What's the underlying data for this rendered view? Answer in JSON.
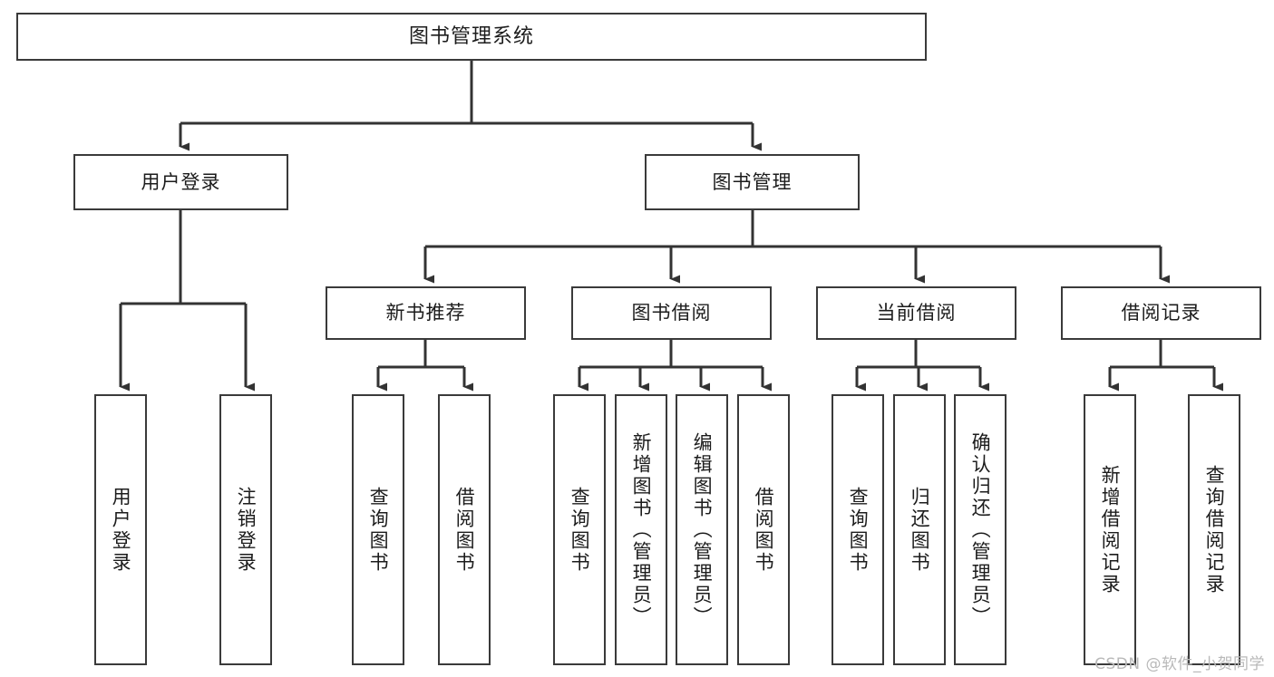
{
  "diagram": {
    "title": "图书管理系统",
    "type": "tree-hierarchy",
    "watermark": "CSDN @软件_小贺同学",
    "colors": {
      "box_border": "#3a3a3a",
      "box_fill": "#ffffff",
      "connector": "#333333",
      "text": "#1c1c1c",
      "watermark": "#b9b9b9",
      "background": "#ffffff"
    },
    "nodes": {
      "root": {
        "label": "图书管理系统"
      },
      "level2": [
        {
          "id": "user-login",
          "label": "用户登录"
        },
        {
          "id": "book-management",
          "label": "图书管理"
        }
      ],
      "level3": [
        {
          "id": "new-book-recommend",
          "label": "新书推荐"
        },
        {
          "id": "book-borrow",
          "label": "图书借阅"
        },
        {
          "id": "current-borrow",
          "label": "当前借阅"
        },
        {
          "id": "borrow-record",
          "label": "借阅记录"
        }
      ],
      "leaves": {
        "user-login": [
          {
            "id": "leaf-user-login",
            "label": "用户登录"
          },
          {
            "id": "leaf-logout-login",
            "label": "注销登录"
          }
        ],
        "new-book-recommend": [
          {
            "id": "leaf-query-book-1",
            "label": "查询图书"
          },
          {
            "id": "leaf-borrow-book-1",
            "label": "借阅图书"
          }
        ],
        "book-borrow": [
          {
            "id": "leaf-query-book-2",
            "label": "查询图书"
          },
          {
            "id": "leaf-add-book",
            "label": "新增图书（管理员）"
          },
          {
            "id": "leaf-edit-book",
            "label": "编辑图书（管理员）"
          },
          {
            "id": "leaf-borrow-book-2",
            "label": "借阅图书"
          }
        ],
        "current-borrow": [
          {
            "id": "leaf-query-book-3",
            "label": "查询图书"
          },
          {
            "id": "leaf-return-book",
            "label": "归还图书"
          },
          {
            "id": "leaf-confirm-return",
            "label": "确认归还（管理员）"
          }
        ],
        "borrow-record": [
          {
            "id": "leaf-add-record",
            "label": "新增借阅记录"
          },
          {
            "id": "leaf-query-record",
            "label": "查询借阅记录"
          }
        ]
      }
    }
  }
}
